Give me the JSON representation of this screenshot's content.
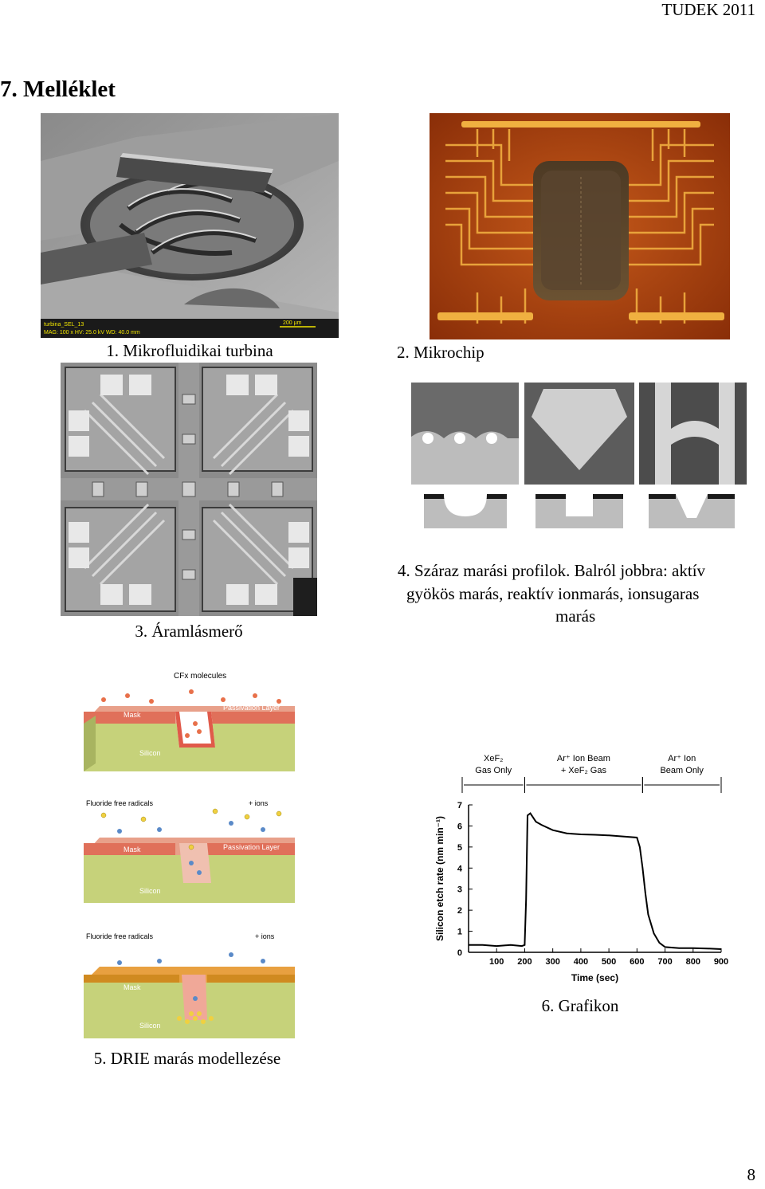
{
  "header": {
    "running_title": "TUDEK 2011"
  },
  "section": {
    "title": "7.  Melléklet"
  },
  "figures": [
    {
      "caption": "1. Mikrofluidikai turbina"
    },
    {
      "caption": "2. Mikrochip"
    },
    {
      "caption": "3. Áramlásmerő"
    },
    {
      "caption_lines": [
        "4. Száraz marási profilok. Balról jobbra: aktív",
        "gyökös marás, reaktív ionmarás, ionsugaras",
        "marás"
      ]
    },
    {
      "caption": "5. DRIE marás modellezése"
    },
    {
      "caption": "6. Grafikon"
    }
  ],
  "sem_label": {
    "line1": "turbina_SEL_13",
    "line2": "MAG: 100 x    HV: 25.0 kV    WD: 40.0 mm",
    "scale": "200 μm"
  },
  "drie": {
    "panel1": {
      "top_label": "CFx molecules",
      "mask": "Mask",
      "layer": "Passivation Layer",
      "substrate": "Silicon"
    },
    "panel2": {
      "radicals": "Fluoride free radicals",
      "ions": "+ ions",
      "mask": "Mask",
      "layer": "Passivation Layer",
      "substrate": "Silicon"
    },
    "panel3": {
      "radicals": "Fluoride free radicals",
      "ions": "+ ions",
      "mask": "Mask",
      "substrate": "Silicon"
    }
  },
  "chart_data": {
    "type": "line",
    "title": "",
    "xlabel": "Time (sec)",
    "ylabel": "Silicon etch rate (nm min⁻¹)",
    "xlim": [
      0,
      900
    ],
    "ylim": [
      0,
      7
    ],
    "x_ticks": [
      100,
      200,
      300,
      400,
      500,
      600,
      700,
      800,
      900
    ],
    "y_ticks": [
      0,
      1,
      2,
      3,
      4,
      5,
      6,
      7
    ],
    "regions": [
      {
        "label_lines": [
          "XeF₂",
          "Gas Only"
        ],
        "range": [
          0,
          200
        ]
      },
      {
        "label_lines": [
          "Ar⁺ Ion Beam",
          "+ XeF₂ Gas"
        ],
        "range": [
          200,
          620
        ]
      },
      {
        "label_lines": [
          "Ar⁺ Ion",
          "Beam  Only"
        ],
        "range": [
          620,
          900
        ]
      }
    ],
    "series": [
      {
        "x": [
          0,
          50,
          100,
          150,
          190,
          200,
          205,
          210,
          220,
          240,
          260,
          300,
          350,
          400,
          450,
          500,
          550,
          600,
          610,
          620,
          630,
          640,
          660,
          680,
          700,
          750,
          800,
          850,
          900
        ],
        "y": [
          0.35,
          0.35,
          0.3,
          0.35,
          0.3,
          0.35,
          2.5,
          6.5,
          6.6,
          6.2,
          6.05,
          5.8,
          5.65,
          5.6,
          5.58,
          5.55,
          5.5,
          5.45,
          5.0,
          4.0,
          2.8,
          1.8,
          0.9,
          0.45,
          0.25,
          0.2,
          0.2,
          0.18,
          0.15
        ]
      }
    ]
  },
  "page": {
    "number": "8"
  }
}
